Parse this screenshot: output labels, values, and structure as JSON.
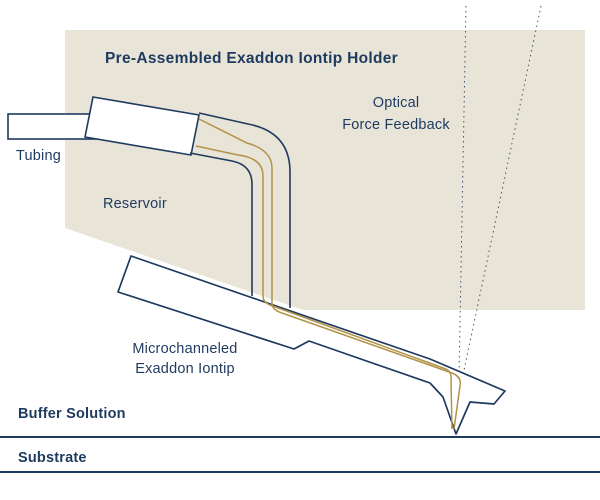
{
  "colors": {
    "navy": "#1e3a5f",
    "gold": "#b19248",
    "beige": "#e9e4d8",
    "background": "#ffffff"
  },
  "diagram": {
    "title": "Pre-Assembled Exaddon Iontip Holder",
    "labels": {
      "tubing": "Tubing",
      "reservoir": "Reservoir",
      "optical_line1": "Optical",
      "optical_line2": "Force Feedback",
      "microchannel_line1": "Microchanneled",
      "microchannel_line2": "Exaddon Iontip",
      "buffer": "Buffer Solution",
      "substrate": "Substrate"
    }
  }
}
